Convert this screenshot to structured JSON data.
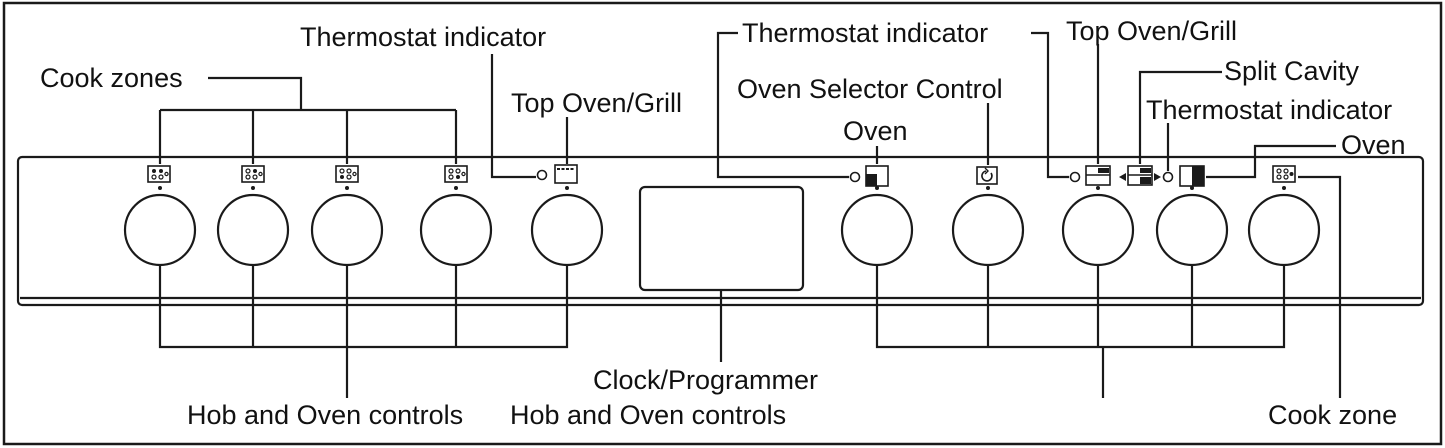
{
  "labels": {
    "cook_zones": "Cook zones",
    "thermostat_indicator_left": "Thermostat indicator",
    "top_oven_grill_left": "Top Oven/Grill",
    "oven_selector_control": "Oven Selector Control",
    "oven_center": "Oven",
    "thermostat_indicator_top_right": "Thermostat indicator",
    "top_oven_grill_right": "Top Oven/Grill",
    "split_cavity": "Split Cavity",
    "thermostat_indicator_right": "Thermostat indicator",
    "oven_right": "Oven",
    "clock_programmer": "Clock/Programmer",
    "hob_and_oven_controls_left": "Hob and Oven controls",
    "hob_and_oven_controls_right": "Hob and Oven controls",
    "cook_zone": "Cook zone"
  },
  "colors": {
    "line": "#1a1a1a",
    "background": "#ffffff"
  },
  "icons": [
    "hob-zone-icon",
    "top-oven-grill-icon",
    "oven-icon",
    "oven-selector-icon",
    "split-cavity-icon",
    "thermostat-lamp-icon"
  ]
}
